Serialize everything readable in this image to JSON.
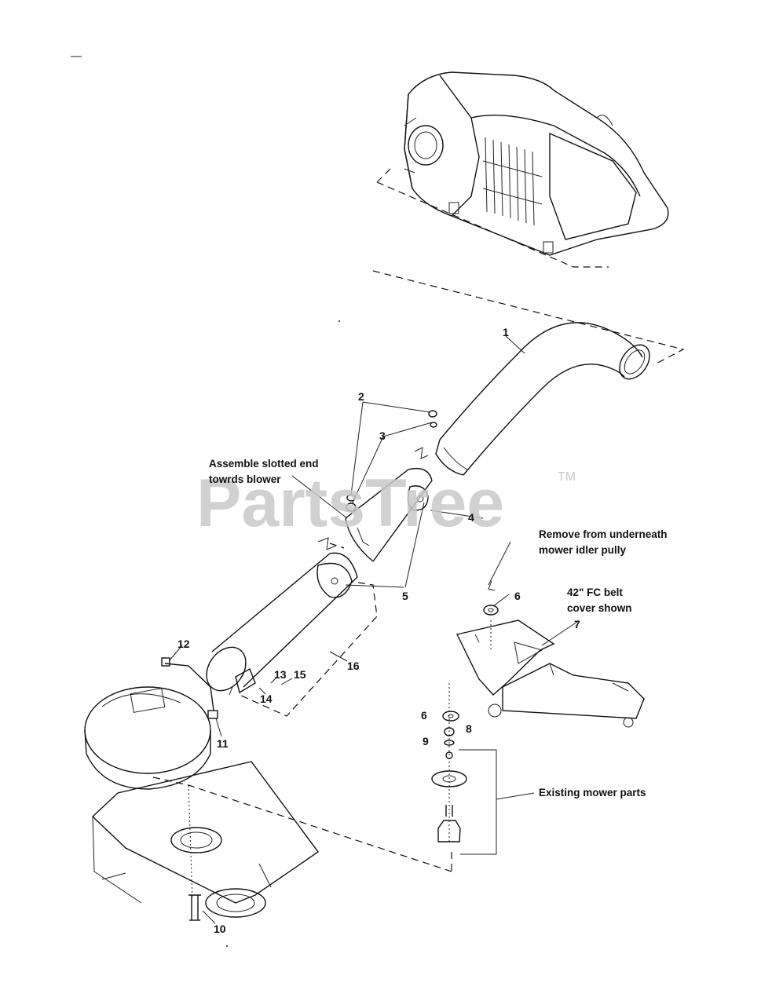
{
  "watermark": {
    "text": "PartsTree",
    "trademark": "TM"
  },
  "callouts": {
    "c1": "1",
    "c2": "2",
    "c3": "3",
    "c4": "4",
    "c5": "5",
    "c6a": "6",
    "c6b": "6",
    "c7": "7",
    "c8": "8",
    "c9": "9",
    "c10": "10",
    "c11": "11",
    "c12": "12",
    "c13": "13",
    "c14": "14",
    "c15": "15",
    "c16": "16"
  },
  "notes": {
    "slotted_line1": "Assemble slotted end",
    "slotted_line2": "towrds blower",
    "remove_line1": "Remove from underneath",
    "remove_line2": "mower idler pully",
    "belt_line1": "42\" FC belt",
    "belt_line2": "cover shown",
    "existing": "Existing mower parts"
  }
}
